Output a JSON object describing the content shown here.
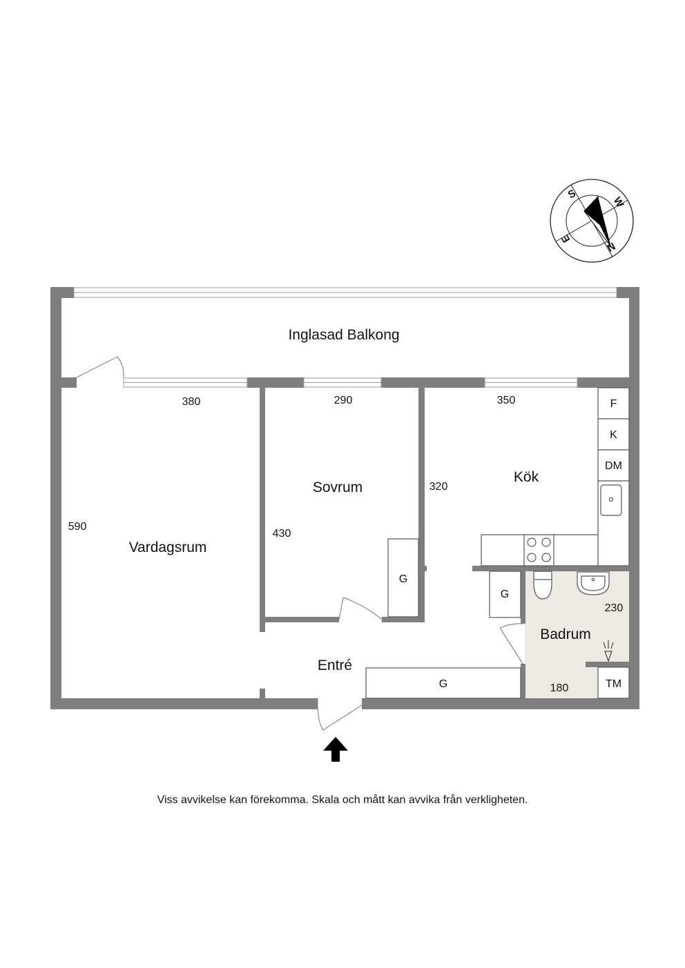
{
  "rooms": {
    "balcony": "Inglasad Balkong",
    "living": "Vardagsrum",
    "bedroom": "Sovrum",
    "kitchen": "Kök",
    "entry": "Entré",
    "bathroom": "Badrum"
  },
  "dimensions": {
    "living_width": "380",
    "living_depth": "590",
    "bedroom_width": "290",
    "bedroom_depth": "430",
    "kitchen_width": "350",
    "kitchen_depth": "320",
    "bath_depth": "230",
    "bath_width": "180"
  },
  "appliances": {
    "fridge": "F",
    "freezer": "K",
    "dishwasher": "DM",
    "wardrobe": "G",
    "washer": "TM"
  },
  "compass": {
    "s": "S",
    "w": "W",
    "n": "N",
    "e": "E"
  },
  "disclaimer": "Viss avvikelse kan förekomma. Skala och mått kan avvika från verkligheten.",
  "colors": {
    "wall": "#7f7f7f",
    "bathroom_floor": "#ede9e5",
    "ink": "#111111"
  }
}
